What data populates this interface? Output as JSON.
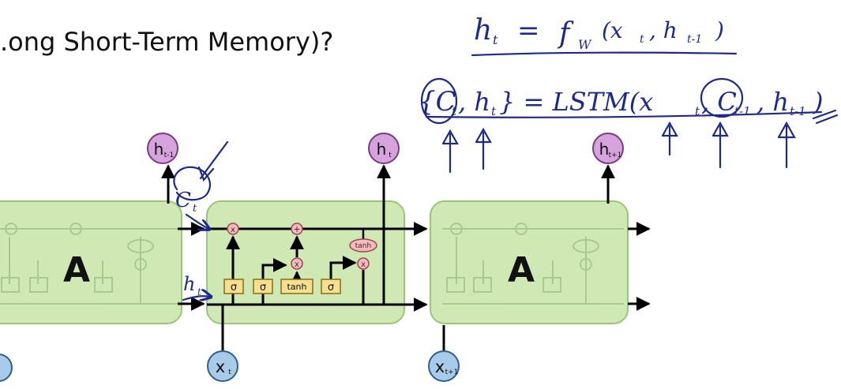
{
  "slide": {
    "title": ".ong Short-Term Memory)?"
  },
  "diagram": {
    "cell_label": "A",
    "inner_gate_labels": [
      "σ",
      "σ",
      "tanh",
      "σ"
    ],
    "inner_op_labels": {
      "multiply": "x",
      "add": "+",
      "tanh_op": "tanh"
    },
    "outputs": [
      {
        "main": "h",
        "sub": "t-1"
      },
      {
        "main": "h",
        "sub": "t"
      },
      {
        "main": "h",
        "sub": "t+1"
      }
    ],
    "inputs": [
      {
        "main": "x",
        "sub": "t"
      },
      {
        "main": "x",
        "sub": "t+1"
      }
    ]
  },
  "annotations": {
    "line1": {
      "lhs": "h",
      "lhs_sub": "t",
      "eq": "=",
      "rhs": "f",
      "rhs_sub": "W",
      "args": "(x",
      "args_sub1": "t",
      "args_mid": ", h",
      "args_sub2": "t-1",
      "args_close": ")"
    },
    "line2": {
      "open": "{C",
      "sub1": "t",
      "mid": ", h",
      "sub2": "t",
      "close": "} = LSTM(x",
      "sub3": "t",
      "mid2": ", C",
      "sub4": "t-1",
      "mid3": ", h",
      "sub5": "t-1",
      "end": ")"
    },
    "cell_state_note": {
      "main": "C",
      "sub": "t"
    },
    "hidden_note": {
      "main": "h",
      "sub": "t"
    }
  },
  "colors": {
    "cell_fill": "#cfe8b4",
    "cell_stroke": "#9bc57a",
    "h_node": "#d7a3dd",
    "x_node": "#a7cbe9",
    "gate_box": "#f7df92",
    "op_node": "#f2bcc0",
    "ink": "#1d2a8a"
  }
}
